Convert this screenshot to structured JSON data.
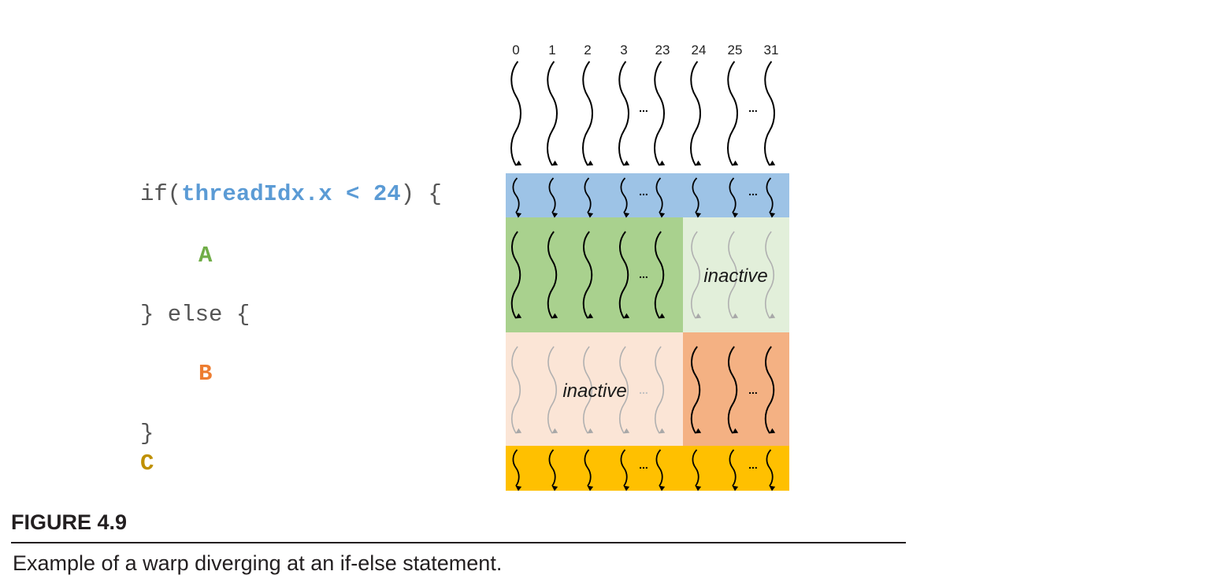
{
  "code": {
    "if_keyword": "if(",
    "condition": "threadIdx.x < 24",
    "if_close": ") {",
    "block_a": "A",
    "else_line": "} else {",
    "block_b": "B",
    "close_brace": "}",
    "block_c": "C"
  },
  "diagram": {
    "thread_labels": [
      "0",
      "1",
      "2",
      "3",
      "23",
      "24",
      "25",
      "31"
    ],
    "ellipsis": "...",
    "inactive_label": "inactive",
    "colors": {
      "condition_text": "#5b9bd5",
      "a_text": "#70ad47",
      "b_text": "#ed7d31",
      "c_text": "#bf9000",
      "band_if": "#9dc3e6",
      "band_a_active": "#a9d18e",
      "band_a_inactive": "#e2efda",
      "band_b_inactive": "#fbe5d6",
      "band_b_active": "#f4b183",
      "band_c": "#ffc000"
    }
  },
  "figure": {
    "label": "FIGURE 4.9",
    "caption": "Example of a warp diverging at an if-else statement."
  }
}
